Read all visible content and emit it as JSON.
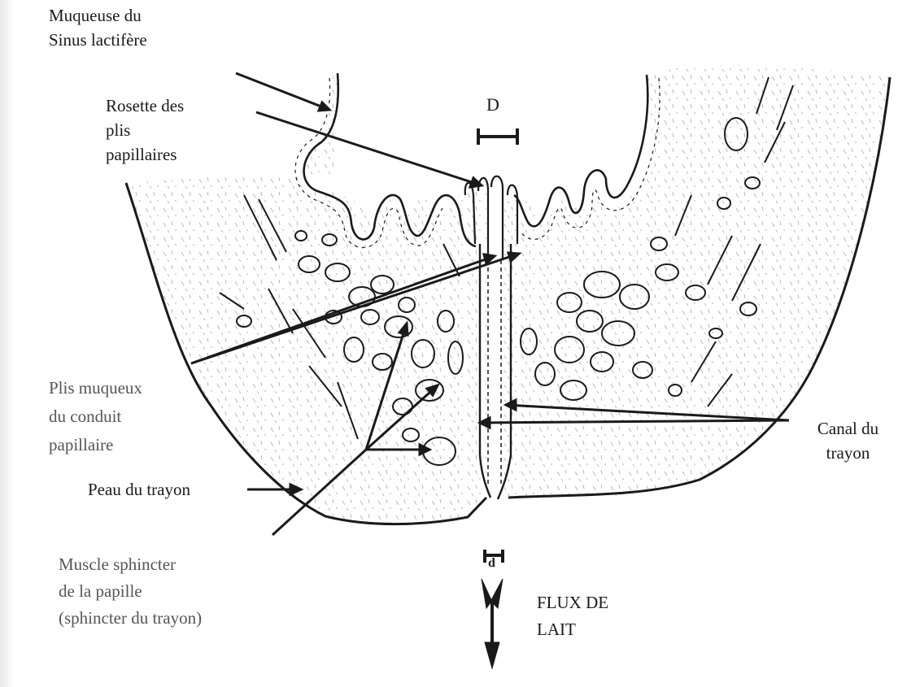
{
  "labels": {
    "muqueuse_sinus": [
      "Muqueuse du",
      "Sinus lactifère"
    ],
    "rosette": [
      "Rosette des",
      "plis",
      "papillaires"
    ],
    "plis_muqueux": [
      "Plis muqueux",
      "du conduit",
      "papillaire"
    ],
    "peau": [
      "Peau du trayon"
    ],
    "muscle_sphincter": [
      "Muscle sphincter",
      "de la papille",
      "(sphincter du trayon)"
    ],
    "canal": [
      "Canal du",
      "trayon"
    ],
    "flux": [
      "FLUX DE",
      "LAIT"
    ]
  },
  "dimensions": {
    "upper": "D",
    "lower": "d"
  },
  "colors": {
    "ink": "#1a1a1a",
    "faded_text": "#555555",
    "background": "#ffffff"
  }
}
